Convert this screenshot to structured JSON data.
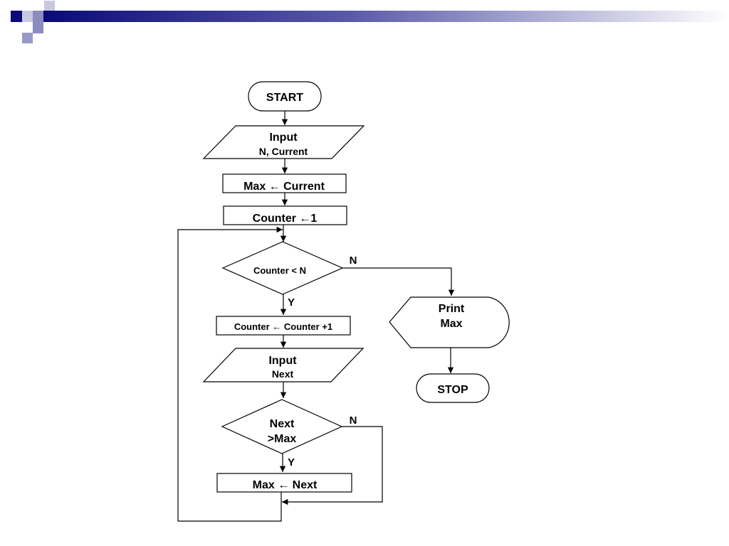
{
  "theme": {
    "header_dark": "#0a0a78",
    "header_mid": "#5a5aa8",
    "header_light": "#c8c8e0"
  },
  "flowchart": {
    "start": "START",
    "input1_line1": "Input",
    "input1_line2": "N, Current",
    "assign_max": "Max ← Current",
    "assign_counter": "Counter ←1",
    "decision1": "Counter < N",
    "decision1_no": "N",
    "decision1_yes": "Y",
    "increment": "Counter ← Counter +1",
    "input2_line1": "Input",
    "input2_line2": "Next",
    "decision2_line1": "Next",
    "decision2_line2": ">Max",
    "decision2_no": "N",
    "decision2_yes": "Y",
    "update_max": "Max ← Next",
    "print_line1": "Print",
    "print_line2": "Max",
    "stop": "STOP"
  }
}
